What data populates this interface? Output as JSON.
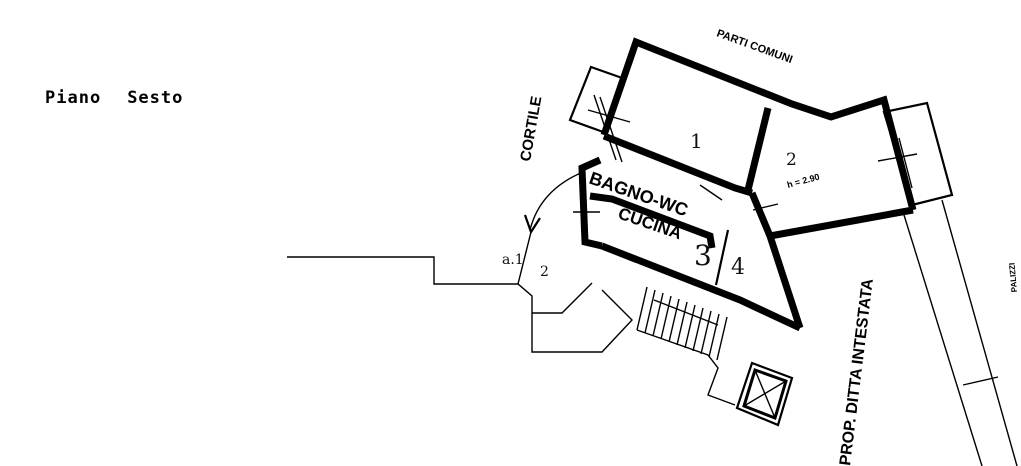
{
  "title": {
    "word1": "Piano",
    "word2": "Sesto"
  },
  "labels": {
    "courtyard": "CORTILE",
    "common_parts": "PARTI COMUNI",
    "property": "PROP. DITTA INTESTATA",
    "street": "PALIZZI",
    "bathroom": "BAGNO-WC",
    "kitchen": "CUCINA",
    "ceiling_height": "h = 2.90"
  },
  "rooms": [
    {
      "number": "1"
    },
    {
      "number": "2"
    },
    {
      "number": "3"
    },
    {
      "number": "4"
    }
  ],
  "annotations": {
    "balcony": "a.1",
    "balcony_number": "2"
  },
  "colors": {
    "ink": "#000000",
    "paper": "#ffffff"
  }
}
